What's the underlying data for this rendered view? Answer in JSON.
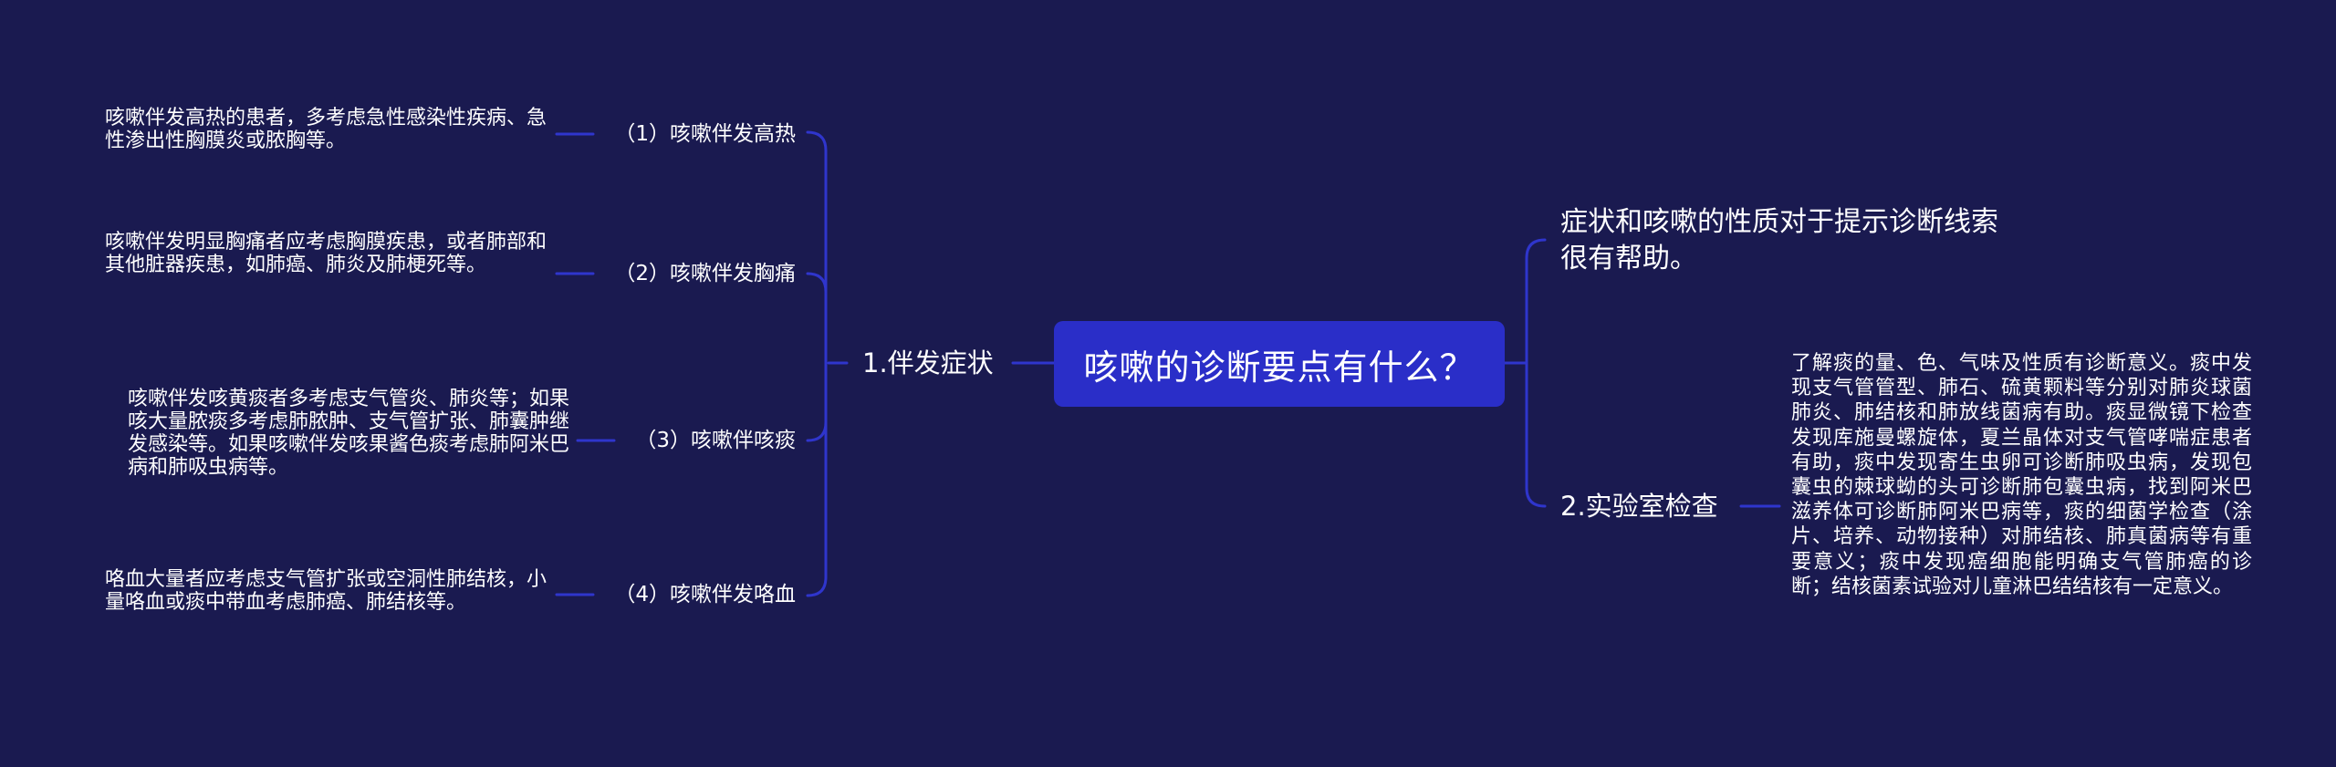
{
  "root": {
    "label": "咳嗽的诊断要点有什么？"
  },
  "left_branch": {
    "label": "1.伴发症状",
    "children": [
      {
        "label": "（1）咳嗽伴发高热",
        "detail": "咳嗽伴发高热的患者，多考虑急性感染性疾病、急性渗出性胸膜炎或脓胸等。"
      },
      {
        "label": "（2）咳嗽伴发胸痛",
        "detail": "咳嗽伴发明显胸痛者应考虑胸膜疾患，或者肺部和其他脏器疾患，如肺癌、肺炎及肺梗死等。"
      },
      {
        "label": "（3）咳嗽伴咳痰",
        "detail": "咳嗽伴发咳黄痰者多考虑支气管炎、肺炎等；如果咳大量脓痰多考虑肺脓肿、支气管扩张、肺囊肿继发感染等。如果咳嗽伴发咳果酱色痰考虑肺阿米巴病和肺吸虫病等。"
      },
      {
        "label": "（4）咳嗽伴发咯血",
        "detail": "咯血大量者应考虑支气管扩张或空洞性肺结核，小量咯血或痰中带血考虑肺癌、肺结核等。"
      }
    ]
  },
  "right_branch": {
    "note": "症状和咳嗽的性质对于提示诊断线索很有帮助。",
    "lab": {
      "label": "2.实验室检查",
      "detail": "了解痰的量、色、气味及性质有诊断意义。痰中发现支气管管型、肺石、硫黄颗料等分别对肺炎球菌肺炎、肺结核和肺放线菌病有助。痰显微镜下检查发现库施曼螺旋体，夏兰晶体对支气管哮喘症患者有助，痰中发现寄生虫卵可诊断肺吸虫病，发现包囊虫的棘球蚴的头可诊断肺包囊虫病，找到阿米巴滋养体可诊断肺阿米巴病等，痰的细菌学检查（涂片、培养、动物接种）对肺结核、肺真菌病等有重要意义；痰中发现癌细胞能明确支气管肺癌的诊断；结核菌素试验对儿童淋巴结结核有一定意义。"
    }
  },
  "colors": {
    "background": "#1a1a50",
    "root_fill": "#2a2ec8",
    "connector": "#2f35cc",
    "text": "#ffffff"
  }
}
